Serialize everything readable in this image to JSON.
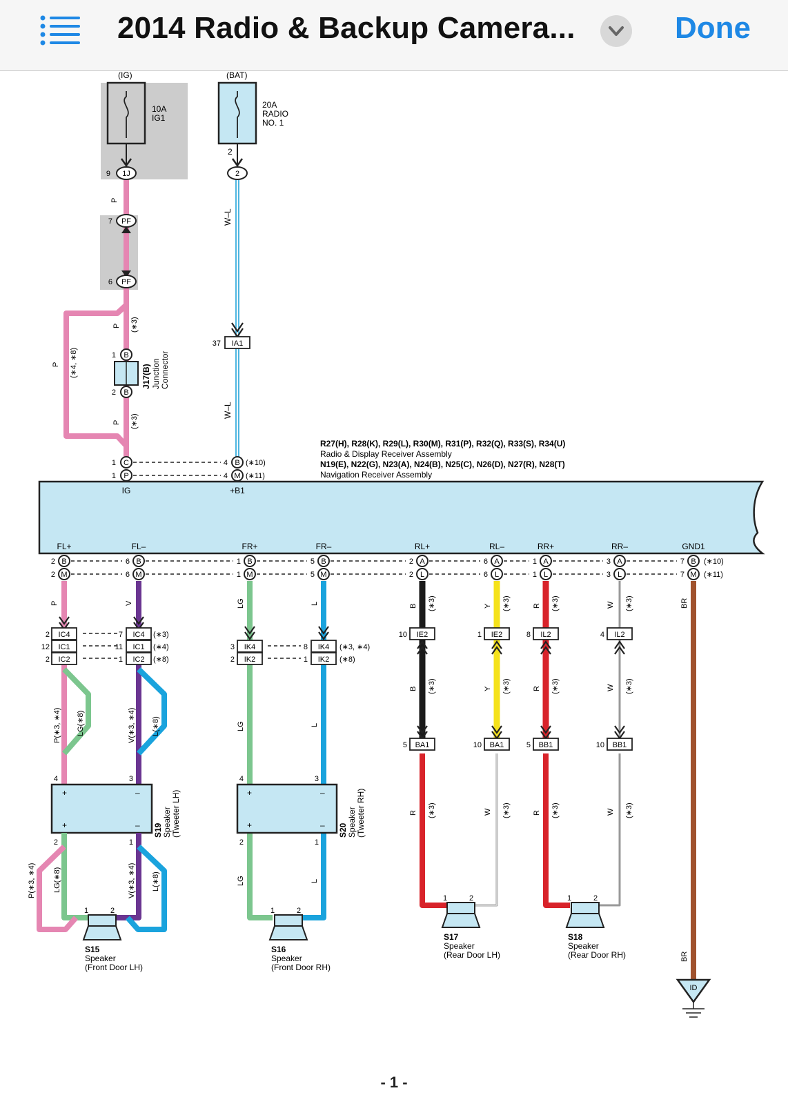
{
  "toolbar": {
    "list_icon": "list-icon",
    "title": "2014 Radio & Backup Camera...",
    "chevron_icon": "chevron-down-icon",
    "done_label": "Done"
  },
  "colors": {
    "pink": "#e586b2",
    "white_blue": "#4db5e0",
    "green": "#7cc68e",
    "purple": "#6a3591",
    "blue": "#1aa3dd",
    "black": "#1a1a1a",
    "yellow": "#f5e21b",
    "red": "#d8232a",
    "brown": "#a0522d",
    "fill": "#c5e7f3",
    "gray_box": "#cccccc"
  },
  "diagram": {
    "fuses": {
      "ig_source": "(IG)",
      "bat_source": "(BAT)",
      "fuse1": [
        "10A",
        "IG1"
      ],
      "fuse2": [
        "20A",
        "RADIO",
        "NO. 1"
      ],
      "fuse2_pin": "2"
    },
    "connectors": {
      "c1j_pin": "9",
      "c1j": "1J",
      "c2_pin": "2",
      "pf_top_pin": "7",
      "pf": "PF",
      "pf_bottom_pin": "6",
      "ia1_pin": "37",
      "ia1": "IA1",
      "j17_pin1": "1",
      "j17_pin2": "2",
      "j17_letter": "B",
      "j17_name": "J17(B)",
      "j17_desc1": "Junction",
      "j17_desc2": "Connector"
    },
    "wire_labels": {
      "p": "P",
      "wl": "W–L",
      "star3": "(∗3)",
      "star48": "(∗4, ∗8)"
    },
    "receiver": {
      "line1": "R27(H), R28(K), R29(L), R30(M), R31(P), R32(Q), R33(S), R34(U)",
      "line2": "Radio & Display Receiver Assembly",
      "line3": "N19(E), N22(G), N23(A), N24(B), N25(C), N26(D), N27(R), N28(T)",
      "line4": "Navigation Receiver Assembly",
      "ig_label": "IG",
      "b1_label": "+B1",
      "pin_rows": [
        {
          "left_pin": "1",
          "left_letter": "C",
          "right_pin": "4",
          "right_letter": "B",
          "note": "(∗10)"
        },
        {
          "left_pin": "1",
          "left_letter": "P",
          "right_pin": "4",
          "right_letter": "M",
          "note": "(∗11)"
        }
      ],
      "terminals": [
        "FL+",
        "FL–",
        "FR+",
        "FR–",
        "RL+",
        "RL–",
        "RR+",
        "RR–",
        "GND1"
      ],
      "row1_pins": [
        "2",
        "6",
        "1",
        "5",
        "2",
        "6",
        "1",
        "3",
        "7"
      ],
      "row1_letters": [
        "B",
        "B",
        "B",
        "B",
        "A",
        "A",
        "A",
        "A",
        "B"
      ],
      "row2_pins": [
        "2",
        "6",
        "1",
        "5",
        "2",
        "6",
        "1",
        "3",
        "7"
      ],
      "row2_letters": [
        "M",
        "M",
        "M",
        "M",
        "L",
        "L",
        "L",
        "L",
        "M"
      ],
      "gnd_notes": [
        "(∗10)",
        "(∗11)"
      ]
    },
    "inline": {
      "fl_left_pins": [
        "2",
        "12",
        "2"
      ],
      "fl_left_conns": [
        "IC4",
        "IC1",
        "IC2"
      ],
      "fl_right_pins": [
        "7",
        "11",
        "1"
      ],
      "fl_right_conns": [
        "IC4",
        "IC1",
        "IC2"
      ],
      "fl_notes": [
        "(∗3)",
        "(∗4)",
        "(∗8)"
      ],
      "fr_left_pins": [
        "3",
        "2"
      ],
      "fr_left_conns": [
        "IK4",
        "IK2"
      ],
      "fr_right_pins": [
        "8",
        "1"
      ],
      "fr_right_conns": [
        "IK4",
        "IK2"
      ],
      "fr_notes": [
        "(∗3, ∗4)",
        "(∗8)"
      ],
      "rear_pins": [
        "10",
        "1",
        "8",
        "4"
      ],
      "rear_conns": [
        "IE2",
        "IE2",
        "IL2",
        "IL2"
      ],
      "ba_pins": [
        "5",
        "10",
        "5",
        "10"
      ],
      "ba_conns": [
        "BA1",
        "BA1",
        "BB1",
        "BB1"
      ]
    },
    "wire_codes": {
      "fl_plus": "P",
      "fl_minus": "V",
      "fr_plus": "LG",
      "fr_minus": "L",
      "rl_plus": "B",
      "rl_minus": "Y",
      "rr_plus": "R",
      "rr_minus": "W",
      "gnd": "BR",
      "rl_plus_low": "R",
      "rl_minus_low": "W",
      "rr_plus_low": "R",
      "rr_minus_low": "W",
      "p34": "P(∗3, ∗4)",
      "lg8": "LG(∗8)",
      "v34": "V(∗3, ∗4)",
      "l8": "L(∗8)",
      "lg": "LG",
      "l": "L"
    },
    "tweeters": {
      "s19_name": "S19",
      "s19_desc1": "Speaker",
      "s19_desc2": "(Tweeter LH)",
      "s20_name": "S20",
      "s20_desc1": "Speaker",
      "s20_desc2": "(Tweeter RH)",
      "plus": "+",
      "minus": "–",
      "s19_pins": [
        "4",
        "3",
        "2",
        "1"
      ],
      "s20_pins": [
        "4",
        "3",
        "2",
        "1"
      ]
    },
    "speakers": [
      {
        "name": "S15",
        "desc1": "Speaker",
        "desc2": "(Front Door LH)",
        "pin1": "1",
        "pin2": "2"
      },
      {
        "name": "S16",
        "desc1": "Speaker",
        "desc2": "(Front Door RH)",
        "pin1": "1",
        "pin2": "2"
      },
      {
        "name": "S17",
        "desc1": "Speaker",
        "desc2": "(Rear Door LH)",
        "pin1": "1",
        "pin2": "2"
      },
      {
        "name": "S18",
        "desc1": "Speaker",
        "desc2": "(Rear Door RH)",
        "pin1": "1",
        "pin2": "2"
      }
    ],
    "ground": "ID"
  },
  "page": {
    "number": "- 1 -"
  }
}
